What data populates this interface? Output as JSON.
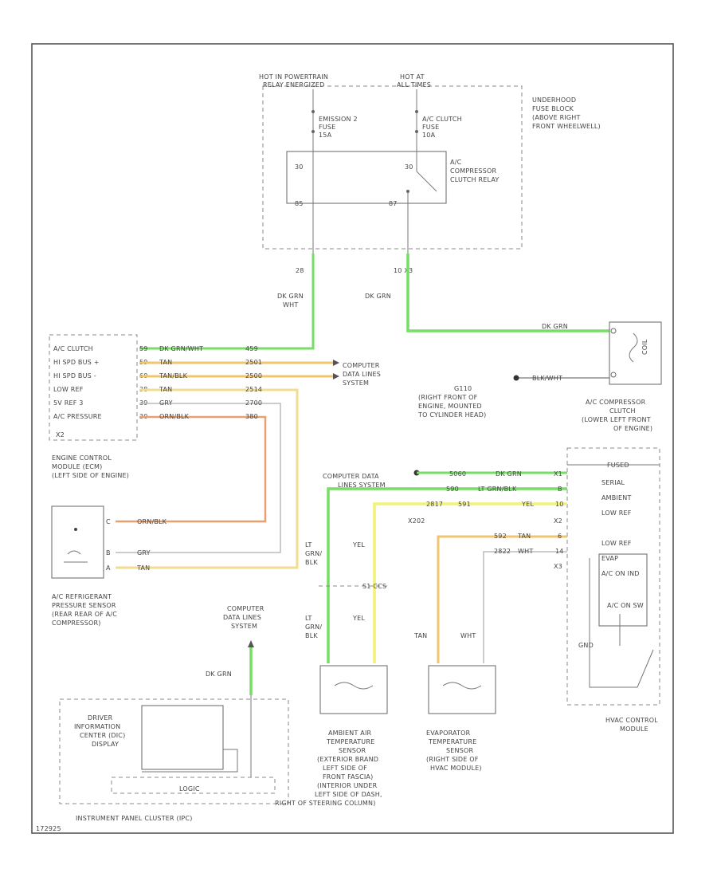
{
  "colors": {
    "green": "#77dd66",
    "tan": "#f2c470",
    "orange": "#e8a070",
    "yellow": "#f2f277",
    "gray": "#bbbbbb",
    "frame": "#555555"
  },
  "top": {
    "hot_in_powertrain": "HOT IN POWERTRAIN",
    "relay_energized": "RELAY ENERGIZED",
    "hot_at_all_times": "HOT AT",
    "all_times": "ALL TIMES",
    "fuse_block": [
      "UNDERHOOD",
      "FUSE BLOCK",
      "(ABOVE RIGHT",
      "FRONT WHEELWELL)"
    ],
    "emission_fuse": [
      "EMISSION 2",
      "FUSE",
      "15A"
    ],
    "clutch_fuse": [
      "A/C CLUTCH",
      "FUSE",
      "10A"
    ],
    "relay_label": [
      "A/C",
      "COMPRESSOR",
      "CLUTCH RELAY"
    ],
    "pin_30a": "30",
    "pin_30b": "30",
    "pin_85": "85",
    "pin_87": "87",
    "wire_28": "28",
    "wire_10": "10 X3",
    "dk_grn_1": "DK GRN",
    "wht": "WHT",
    "dk_grn_2": "DK GRN"
  },
  "ecm": {
    "pins": [
      "A/C CLUTCH",
      "HI SPD BUS +",
      "HI SPD BUS -",
      "LOW REF",
      "5V REF 3",
      "A/C PRESSURE"
    ],
    "pin_nums": [
      "59",
      "59",
      "60",
      "38",
      "39",
      "30"
    ],
    "wires": [
      "DK GRN/WHT",
      "TAN",
      "TAN/BLK",
      "TAN",
      "GRY",
      "ORN/BLK"
    ],
    "circuits": [
      "459",
      "2501",
      "2500",
      "2514",
      "2700",
      "380"
    ],
    "x2": "X2",
    "label": [
      "ENGINE CONTROL",
      "MODULE (ECM)",
      "(LEFT SIDE OF ENGINE)"
    ],
    "computer_data": [
      "COMPUTER",
      "DATA LINES",
      "SYSTEM"
    ]
  },
  "clutch": {
    "wire": "DK GRN",
    "ground_wire": "BLK/WHT",
    "ground_label": [
      "G110",
      "(RIGHT FRONT OF",
      "ENGINE, MOUNTED",
      "TO CYLINDER HEAD)"
    ],
    "label": [
      "A/C COMPRESSOR",
      "CLUTCH",
      "(LOWER LEFT FRONT",
      "OF ENGINE)"
    ],
    "coil": "COIL"
  },
  "pressure_sensor": {
    "wires": [
      "ORN/BLK",
      "GRY",
      "TAN"
    ],
    "pins": [
      "C",
      "B",
      "A"
    ],
    "label": [
      "A/C REFRIGERANT",
      "PRESSURE SENSOR",
      "(REAR REAR OF A/C",
      "COMPRESSOR)"
    ]
  },
  "hvac": {
    "computer_data": [
      "COMPUTER DATA",
      "LINES SYSTEM"
    ],
    "row_circuits": [
      "5060",
      "590",
      "2817",
      "592",
      "2822"
    ],
    "row_wires": [
      "DK GRN",
      "LT GRN/BLK",
      "YEL",
      "TAN",
      "WHT"
    ],
    "row_pins": [
      "X1",
      "B",
      "10",
      "6",
      "14"
    ],
    "pins_labels": [
      "FUSED",
      "SERIAL",
      "AMBIENT",
      "LOW REF",
      "LOW REF",
      "EVAP",
      "A/C ON IND",
      "A/C ON SW"
    ],
    "x_labels": [
      "X2",
      "X3",
      "X202"
    ],
    "gnd": "GND",
    "label": [
      "HVAC CONTROL",
      "MODULE"
    ],
    "s_junction": "591"
  },
  "ambient": {
    "lt_grn": [
      "LT",
      "GRN/",
      "BLK"
    ],
    "yel": "YEL",
    "s_label": "S1 CCS",
    "label": [
      "AMBIENT AIR",
      "TEMPERATURE",
      "SENSOR",
      "(EXTERIOR BRAND",
      "LEFT SIDE OF",
      "FRONT FASCIA)",
      "(INTERIOR UNDER",
      "LEFT SIDE OF DASH,",
      "RIGHT OF STEERING COLUMN)"
    ]
  },
  "evap": {
    "tan": "TAN",
    "wht": "WHT",
    "label": [
      "EVAPORATOR",
      "TEMPERATURE",
      "SENSOR",
      "(RIGHT SIDE OF",
      "HVAC MODULE)"
    ]
  },
  "ipc": {
    "computer_data": [
      "COMPUTER",
      "DATA LINES",
      "SYSTEM"
    ],
    "wire": "DK GRN",
    "dic": [
      "DRIVER",
      "INFORMATION",
      "CENTER (DIC)",
      "DISPLAY"
    ],
    "logic": "LOGIC",
    "label": "INSTRUMENT PANEL CLUSTER (IPC)"
  },
  "footer_code": "172925"
}
